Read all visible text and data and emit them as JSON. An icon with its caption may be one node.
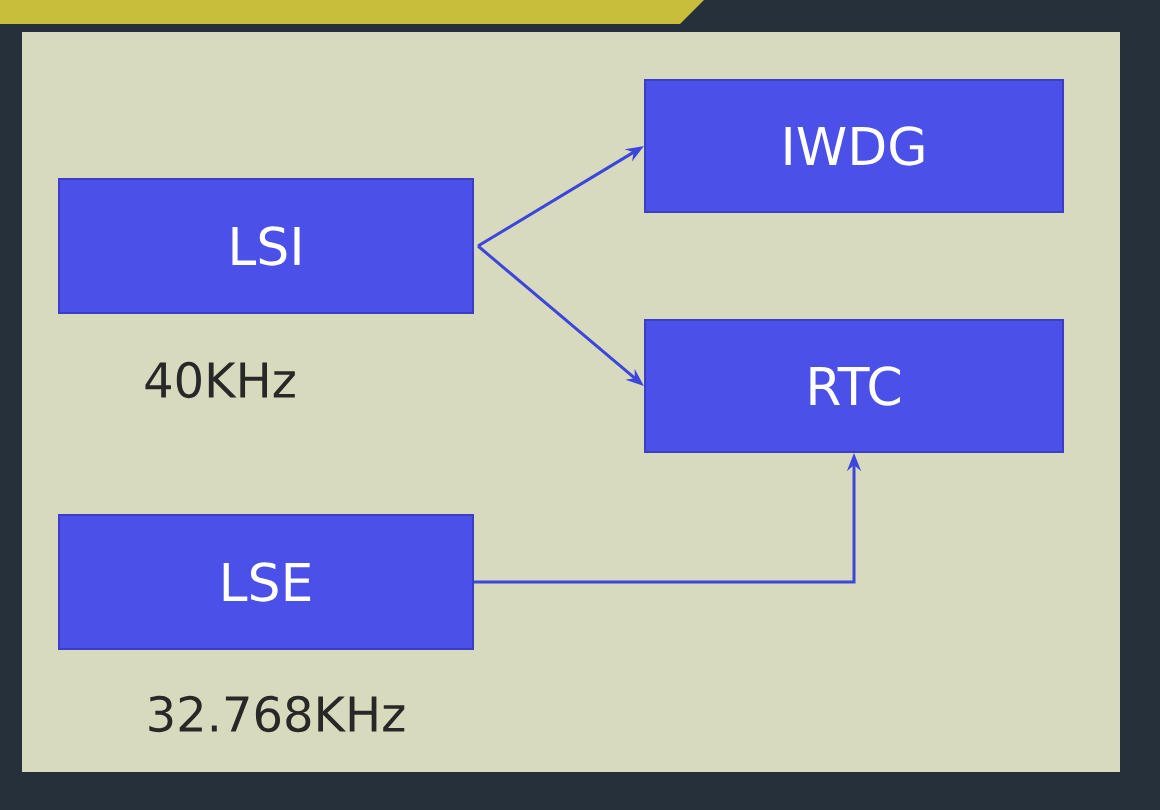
{
  "diagram": {
    "nodes": [
      {
        "text": [
          "LSI"
        ],
        "beside": [
          "40KHz"
        ]
      },
      {
        "text": [
          "IWDG"
        ]
      },
      {
        "text": [
          "RTC"
        ]
      },
      {
        "text": [
          "LSE"
        ],
        "beside": [
          "32.768KHz"
        ]
      }
    ],
    "edges": [
      {
        "from": 0,
        "to": 1,
        "arrow": "to"
      },
      {
        "from": 0,
        "to": 2,
        "arrow": "to"
      },
      {
        "from": 3,
        "to": 2,
        "arrow": "to"
      }
    ]
  }
}
